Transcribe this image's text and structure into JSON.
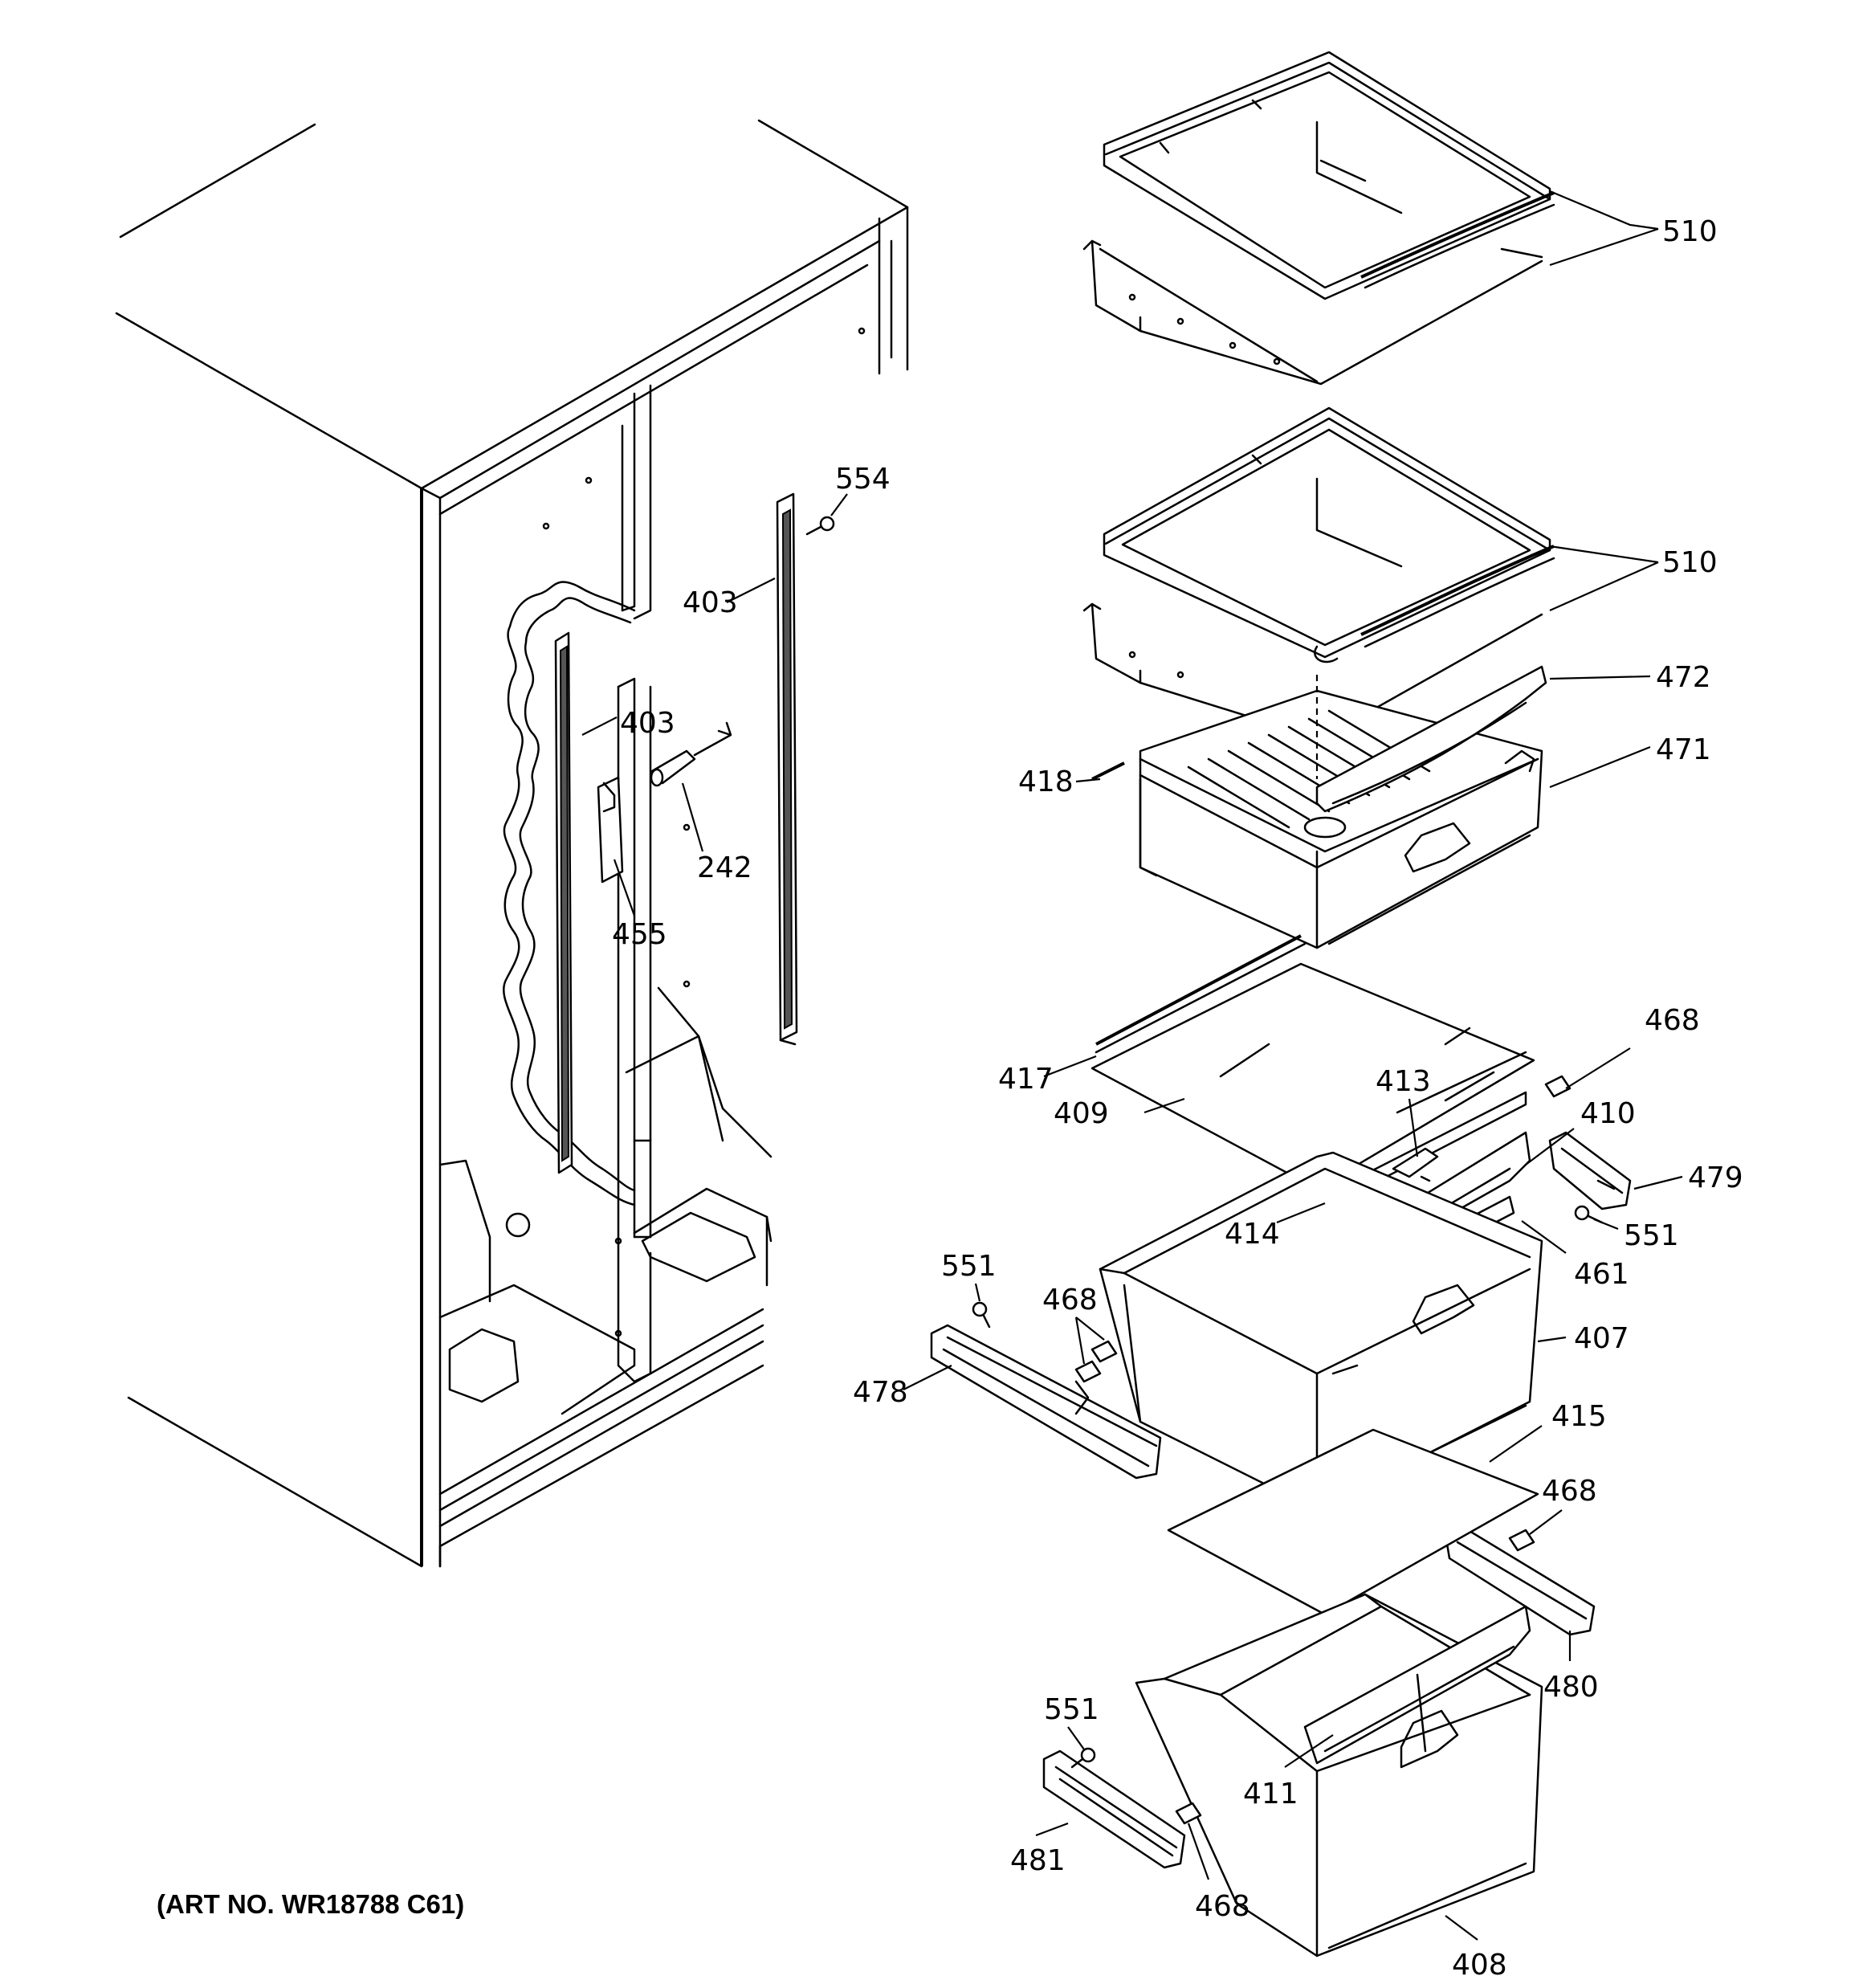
{
  "art_number": "(ART NO. WR18788 C61)",
  "callouts": {
    "c510a": "510",
    "c510b": "510",
    "c472": "472",
    "c471": "471",
    "c418": "418",
    "c554": "554",
    "c403a": "403",
    "c403b": "403",
    "c242": "242",
    "c455": "455",
    "c468a": "468",
    "c417": "417",
    "c413": "413",
    "c410": "410",
    "c409": "409",
    "c479": "479",
    "c414": "414",
    "c551a": "551",
    "c461": "461",
    "c551b": "551",
    "c468b": "468",
    "c407": "407",
    "c478": "478",
    "c415": "415",
    "c468c": "468",
    "c480": "480",
    "c551c": "551",
    "c411": "411",
    "c481": "481",
    "c468d": "468",
    "c408": "408"
  }
}
